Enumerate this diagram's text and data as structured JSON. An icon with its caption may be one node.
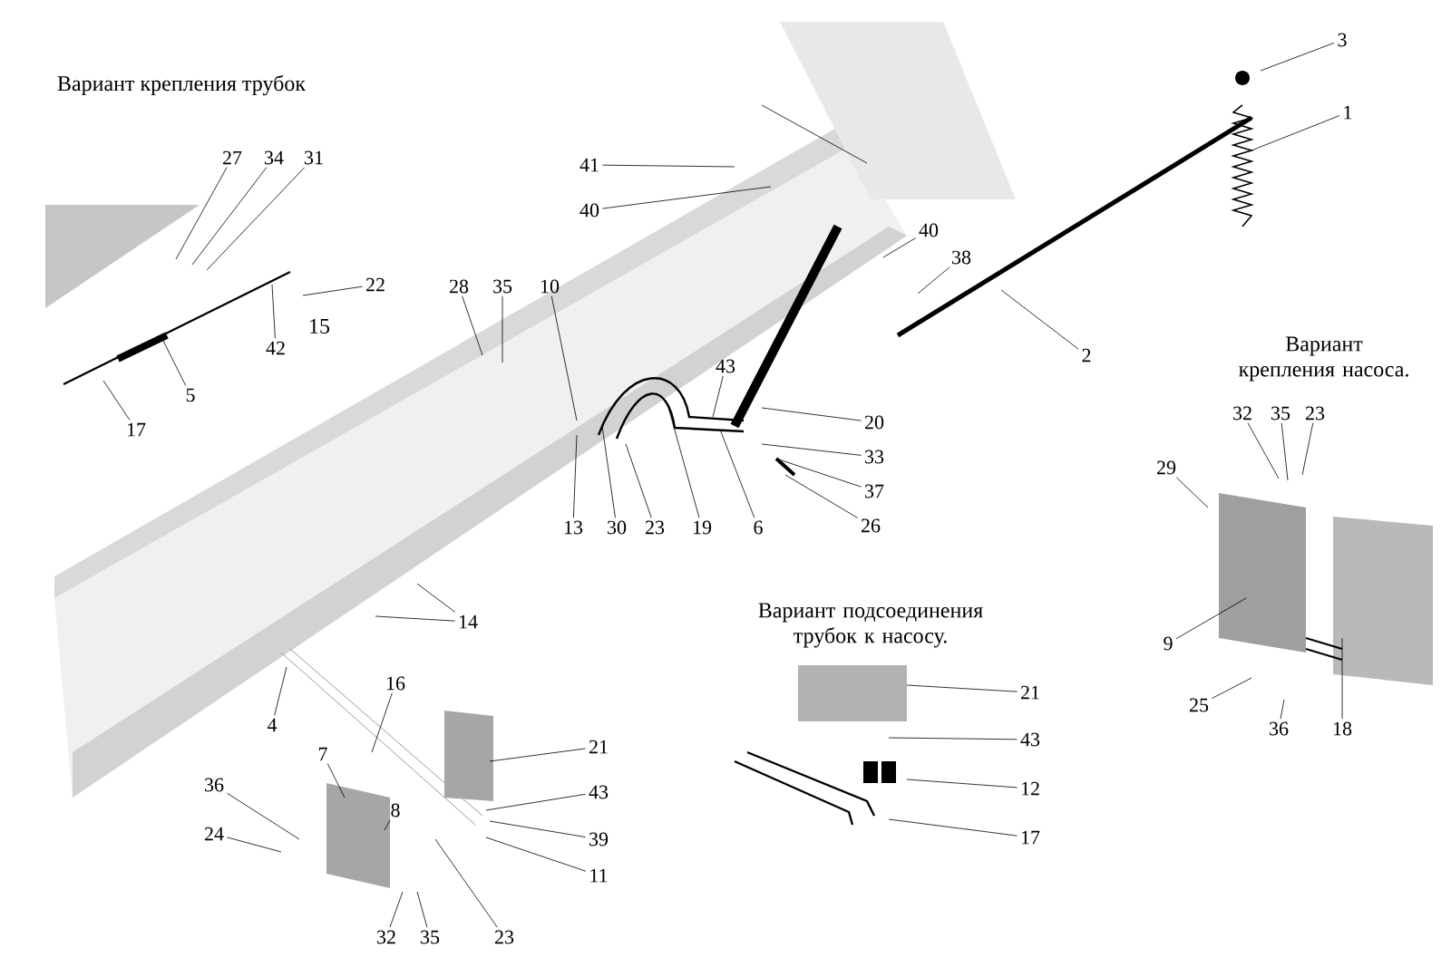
{
  "diagram": {
    "nodes": [
      {
        "text": [
          "27"
        ]
      },
      {
        "text": [
          "34"
        ]
      },
      {
        "text": [
          "31"
        ]
      },
      {
        "text": [
          "41"
        ]
      },
      {
        "text": [
          "40"
        ]
      },
      {
        "text": [
          "3"
        ]
      },
      {
        "text": [
          "1"
        ]
      },
      {
        "text": [
          "40"
        ]
      },
      {
        "text": [
          "38"
        ]
      },
      {
        "text": [
          "22"
        ]
      },
      {
        "text": [
          "28"
        ]
      },
      {
        "text": [
          "35"
        ]
      },
      {
        "text": [
          "10"
        ]
      },
      {
        "text": [
          "42"
        ]
      },
      {
        "text": [
          "5"
        ]
      },
      {
        "text": [
          "17"
        ]
      },
      {
        "text": [
          "2"
        ]
      },
      {
        "text": [
          "43"
        ]
      },
      {
        "text": [
          "20"
        ]
      },
      {
        "text": [
          "33"
        ]
      },
      {
        "text": [
          "37"
        ]
      },
      {
        "text": [
          "26"
        ]
      },
      {
        "text": [
          "13"
        ]
      },
      {
        "text": [
          "30"
        ]
      },
      {
        "text": [
          "23"
        ]
      },
      {
        "text": [
          "19"
        ]
      },
      {
        "text": [
          "6"
        ]
      },
      {
        "text": [
          "14"
        ]
      },
      {
        "text": [
          "4"
        ]
      },
      {
        "text": [
          "16"
        ]
      },
      {
        "text": [
          "21"
        ]
      },
      {
        "text": [
          "7"
        ]
      },
      {
        "text": [
          "36"
        ]
      },
      {
        "text": [
          "8"
        ]
      },
      {
        "text": [
          "43"
        ]
      },
      {
        "text": [
          "24"
        ]
      },
      {
        "text": [
          "39"
        ]
      },
      {
        "text": [
          "11"
        ]
      },
      {
        "text": [
          "32"
        ]
      },
      {
        "text": [
          "35"
        ]
      },
      {
        "text": [
          "23"
        ]
      },
      {
        "text": [
          "21"
        ]
      },
      {
        "text": [
          "43"
        ]
      },
      {
        "text": [
          "12"
        ]
      },
      {
        "text": [
          "17"
        ]
      },
      {
        "text": [
          "32"
        ]
      },
      {
        "text": [
          "35"
        ]
      },
      {
        "text": [
          "23"
        ]
      },
      {
        "text": [
          "29"
        ]
      },
      {
        "text": [
          "9"
        ]
      },
      {
        "text": [
          "25"
        ]
      },
      {
        "text": [
          "36"
        ]
      },
      {
        "text": [
          "18"
        ]
      }
    ],
    "edges": [
      {
        "from": 0,
        "to": null,
        "arrow": "none"
      },
      {
        "from": 1,
        "to": null,
        "arrow": "none"
      },
      {
        "from": 2,
        "to": null,
        "arrow": "none"
      },
      {
        "from": 3,
        "to": null,
        "arrow": "none"
      },
      {
        "from": 4,
        "to": null,
        "arrow": "none"
      },
      {
        "from": 5,
        "to": null,
        "arrow": "none"
      },
      {
        "from": 6,
        "to": null,
        "arrow": "none"
      },
      {
        "from": 7,
        "to": null,
        "arrow": "none"
      },
      {
        "from": 8,
        "to": null,
        "arrow": "none"
      },
      {
        "from": 9,
        "to": null,
        "arrow": "none"
      },
      {
        "from": 10,
        "to": null,
        "arrow": "none"
      },
      {
        "from": 11,
        "to": null,
        "arrow": "none"
      },
      {
        "from": 12,
        "to": null,
        "arrow": "none"
      },
      {
        "from": 13,
        "to": null,
        "arrow": "none"
      },
      {
        "from": 14,
        "to": null,
        "arrow": "none"
      },
      {
        "from": 15,
        "to": null,
        "arrow": "none"
      },
      {
        "from": 16,
        "to": null,
        "arrow": "none"
      },
      {
        "from": 17,
        "to": null,
        "arrow": "none"
      },
      {
        "from": 18,
        "to": null,
        "arrow": "none"
      },
      {
        "from": 19,
        "to": null,
        "arrow": "none"
      },
      {
        "from": 20,
        "to": null,
        "arrow": "none"
      },
      {
        "from": 21,
        "to": null,
        "arrow": "none"
      },
      {
        "from": 22,
        "to": null,
        "arrow": "none"
      },
      {
        "from": 23,
        "to": null,
        "arrow": "none"
      },
      {
        "from": 24,
        "to": null,
        "arrow": "none"
      },
      {
        "from": 25,
        "to": null,
        "arrow": "none"
      },
      {
        "from": 26,
        "to": null,
        "arrow": "none"
      },
      {
        "from": 27,
        "to": null,
        "arrow": "none"
      },
      {
        "from": 27,
        "to": null,
        "arrow": "none"
      },
      {
        "from": 28,
        "to": null,
        "arrow": "none"
      },
      {
        "from": 29,
        "to": null,
        "arrow": "none"
      },
      {
        "from": 30,
        "to": null,
        "arrow": "none"
      },
      {
        "from": 31,
        "to": null,
        "arrow": "none"
      },
      {
        "from": 32,
        "to": null,
        "arrow": "none"
      },
      {
        "from": 33,
        "to": null,
        "arrow": "none"
      },
      {
        "from": 34,
        "to": null,
        "arrow": "none"
      },
      {
        "from": 35,
        "to": null,
        "arrow": "none"
      },
      {
        "from": 36,
        "to": null,
        "arrow": "none"
      },
      {
        "from": 37,
        "to": null,
        "arrow": "none"
      },
      {
        "from": 38,
        "to": null,
        "arrow": "none"
      },
      {
        "from": 39,
        "to": null,
        "arrow": "none"
      },
      {
        "from": 40,
        "to": null,
        "arrow": "none"
      },
      {
        "from": 41,
        "to": null,
        "arrow": "none"
      },
      {
        "from": 42,
        "to": null,
        "arrow": "none"
      },
      {
        "from": 43,
        "to": null,
        "arrow": "none"
      },
      {
        "from": 44,
        "to": null,
        "arrow": "none"
      },
      {
        "from": 45,
        "to": null,
        "arrow": "none"
      },
      {
        "from": 46,
        "to": null,
        "arrow": "none"
      },
      {
        "from": 47,
        "to": null,
        "arrow": "none"
      },
      {
        "from": 48,
        "to": null,
        "arrow": "none"
      },
      {
        "from": 49,
        "to": null,
        "arrow": "none"
      },
      {
        "from": 50,
        "to": null,
        "arrow": "none"
      },
      {
        "from": 51,
        "to": null,
        "arrow": "none"
      },
      {
        "from": 52,
        "to": null,
        "arrow": "none"
      }
    ],
    "labels": [
      "Вариант крепления трубок",
      "15",
      "Вариант крепления насоса.",
      "Вариант подсоединения трубок к насосу."
    ]
  }
}
